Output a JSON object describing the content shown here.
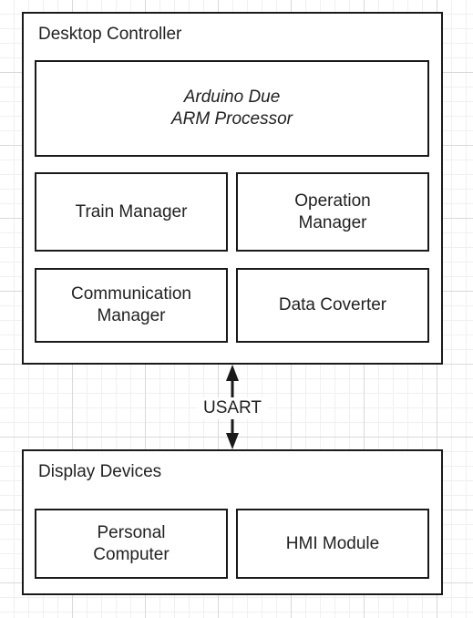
{
  "desktop_controller": {
    "title": "Desktop Controller",
    "processor_line1": "Arduino Due",
    "processor_line2": "ARM Processor",
    "train_manager": "Train Manager",
    "operation_manager_line1": "Operation",
    "operation_manager_line2": "Manager",
    "communication_manager_line1": "Communication",
    "communication_manager_line2": "Manager",
    "data_converter": "Data Coverter"
  },
  "link": {
    "label": "USART"
  },
  "display_devices": {
    "title": "Display Devices",
    "pc_line1": "Personal",
    "pc_line2": "Computer",
    "hmi_module": "HMI Module"
  }
}
